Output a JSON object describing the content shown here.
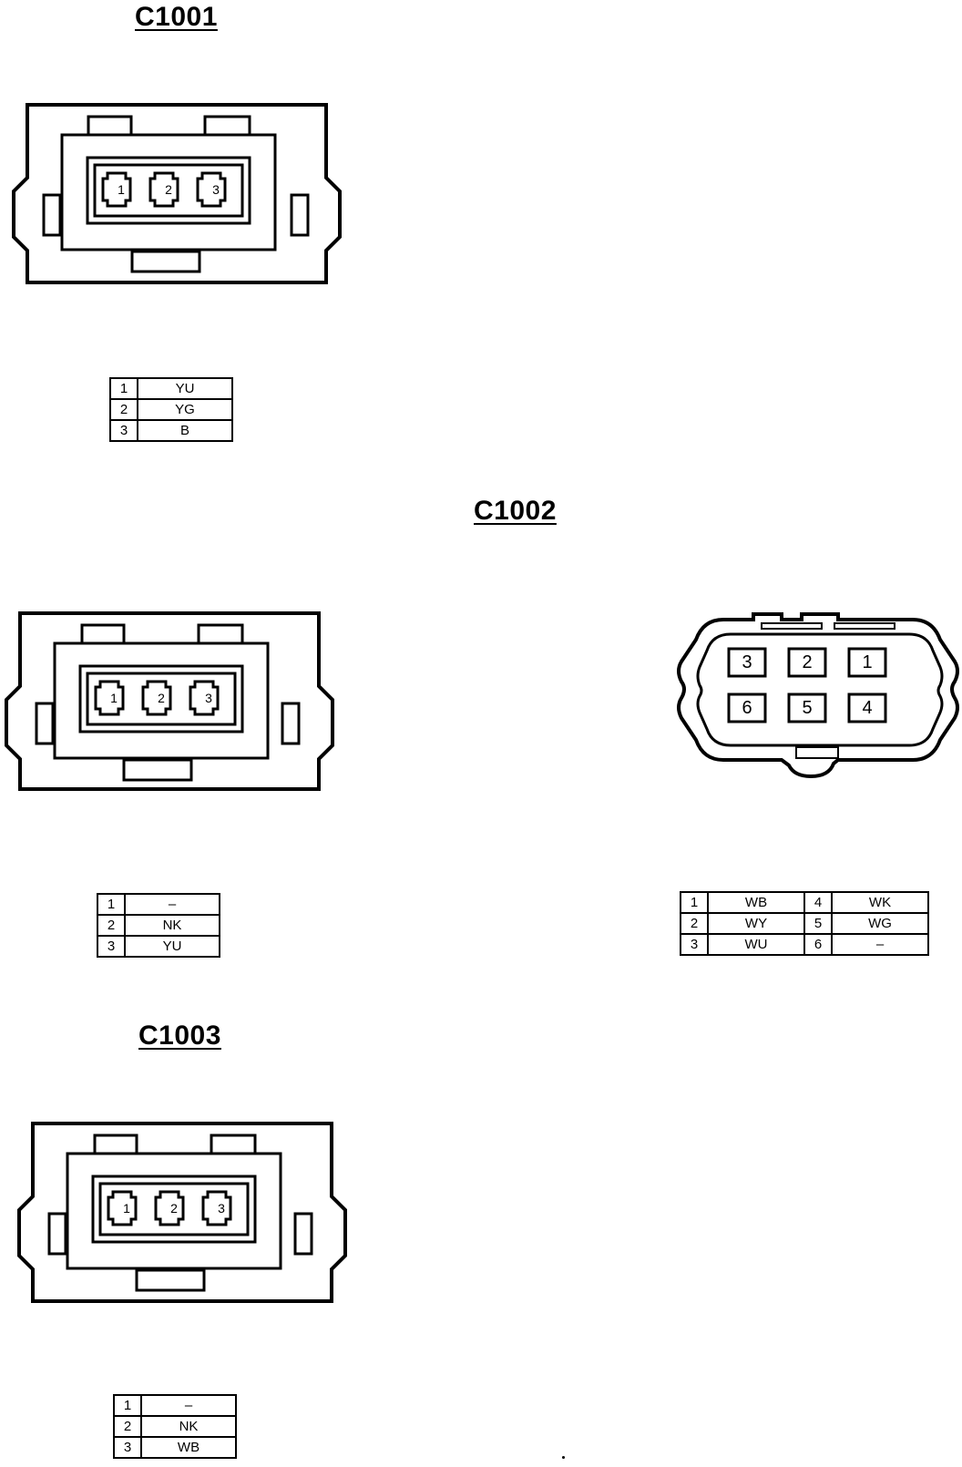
{
  "c1001": {
    "title": "C1001",
    "pins": [
      "1",
      "2",
      "3"
    ],
    "table": [
      {
        "pin": "1",
        "color": "YU"
      },
      {
        "pin": "2",
        "color": "YG"
      },
      {
        "pin": "3",
        "color": "B"
      }
    ]
  },
  "c1002": {
    "title": "C1002",
    "left": {
      "pins": [
        "1",
        "2",
        "3"
      ],
      "table": [
        {
          "pin": "1",
          "color": "–"
        },
        {
          "pin": "2",
          "color": "NK"
        },
        {
          "pin": "3",
          "color": "YU"
        }
      ]
    },
    "right": {
      "pins_top": [
        "3",
        "2",
        "1"
      ],
      "pins_bottom": [
        "6",
        "5",
        "4"
      ],
      "table": [
        {
          "pin_a": "1",
          "color_a": "WB",
          "pin_b": "4",
          "color_b": "WK"
        },
        {
          "pin_a": "2",
          "color_a": "WY",
          "pin_b": "5",
          "color_b": "WG"
        },
        {
          "pin_a": "3",
          "color_a": "WU",
          "pin_b": "6",
          "color_b": "–"
        }
      ]
    }
  },
  "c1003": {
    "title": "C1003",
    "pins": [
      "1",
      "2",
      "3"
    ],
    "table": [
      {
        "pin": "1",
        "color": "–"
      },
      {
        "pin": "2",
        "color": "NK"
      },
      {
        "pin": "3",
        "color": "WB"
      }
    ]
  }
}
